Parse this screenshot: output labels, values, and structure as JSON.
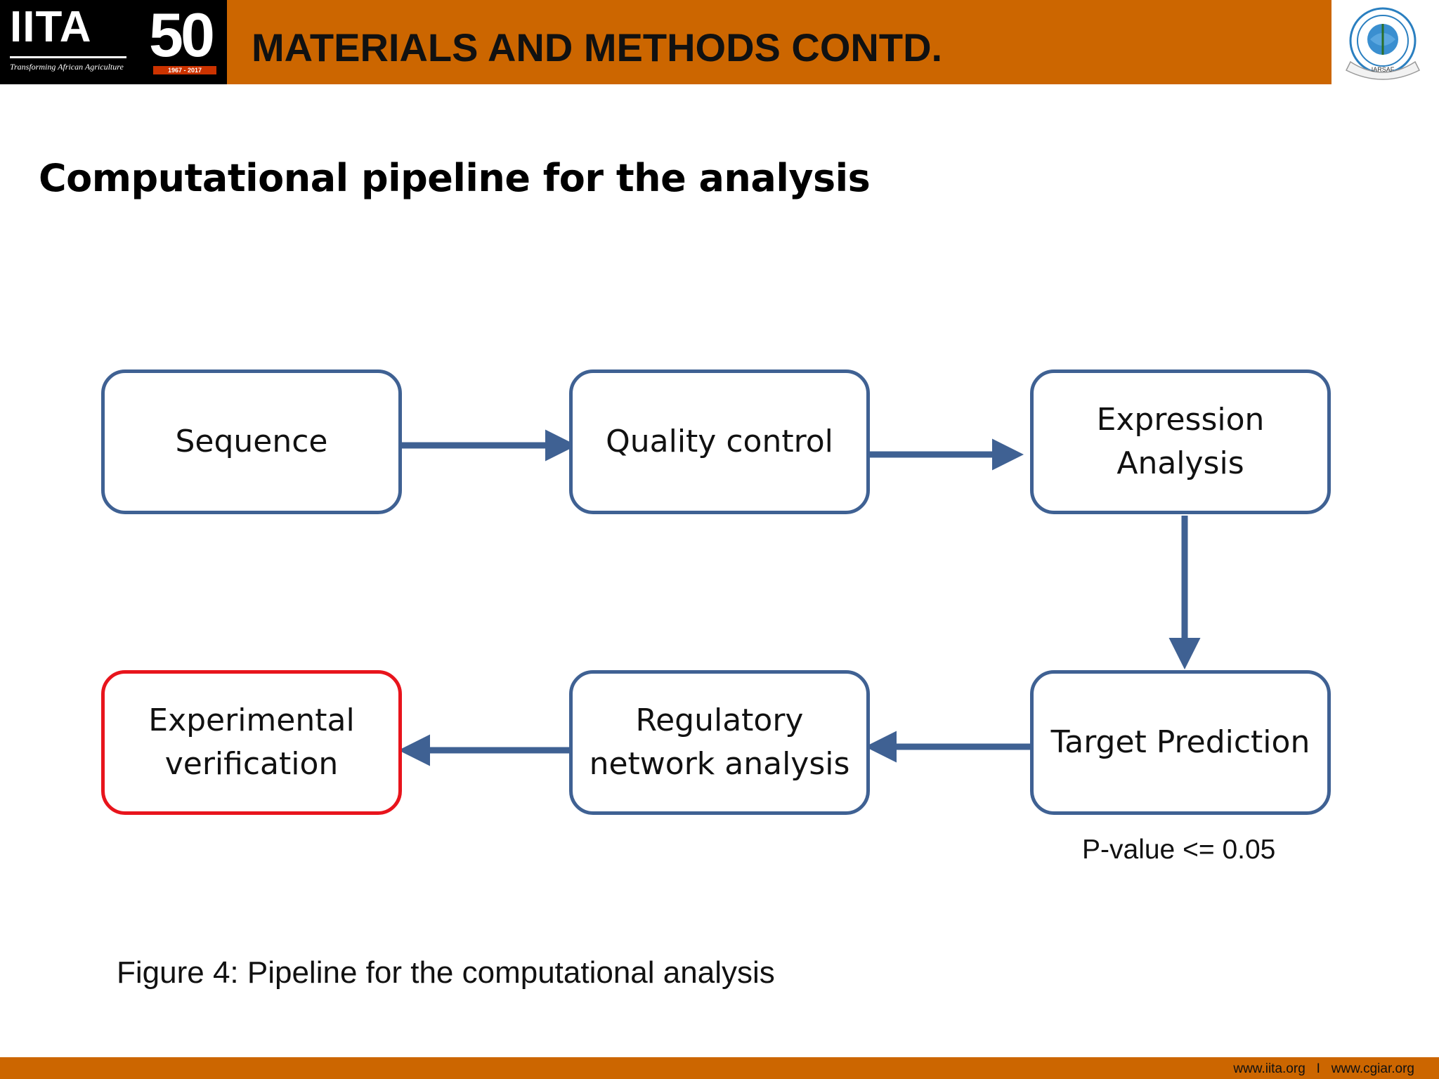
{
  "header": {
    "title": "MATERIALS AND METHODS CONTD.",
    "logo_left": {
      "mark": "IITA",
      "tagline": "Transforming African Agriculture",
      "anniversary": "50",
      "years": "1967 - 2017"
    },
    "logo_right": {
      "label": "IARSAF"
    }
  },
  "subtitle": "Computational pipeline for the analysis",
  "diagram": {
    "nodes": [
      {
        "id": "sequence",
        "label": "Sequence"
      },
      {
        "id": "quality_control",
        "label": "Quality control"
      },
      {
        "id": "expression_analysis",
        "label": "Expression\nAnalysis"
      },
      {
        "id": "target_prediction",
        "label": "Target Prediction"
      },
      {
        "id": "regulatory_network",
        "label": "Regulatory\nnetwork analysis"
      },
      {
        "id": "experimental_verification",
        "label": "Experimental\nverification"
      }
    ],
    "edges": [
      {
        "from": "sequence",
        "to": "quality_control"
      },
      {
        "from": "quality_control",
        "to": "expression_analysis"
      },
      {
        "from": "expression_analysis",
        "to": "target_prediction"
      },
      {
        "from": "target_prediction",
        "to": "regulatory_network"
      },
      {
        "from": "regulatory_network",
        "to": "experimental_verification"
      }
    ],
    "note": "P-value <= 0.05",
    "colors": {
      "box_border": "#3f6193",
      "highlight_border": "#e8141c",
      "arrow": "#3f6193"
    }
  },
  "caption": "Figure 4: Pipeline for the computational analysis",
  "footer": {
    "links": "www.iita.org   I   www.cgiar.org"
  },
  "colors": {
    "brand_orange": "#cc6600",
    "logo_background": "#000000"
  }
}
